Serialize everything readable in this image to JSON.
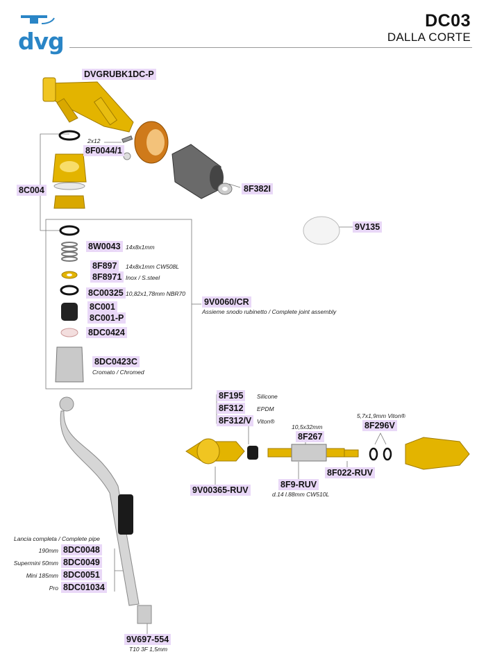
{
  "header": {
    "logo_text": "dvg",
    "title": "DC03",
    "subtitle": "DALLA CORTE"
  },
  "colors": {
    "label_bg": "#e9d8f7",
    "brass": "#e3b400",
    "logo_blue": "#2a85c6"
  },
  "parts": {
    "dvgrubk1dc_p": "DVGRUBK1DC-P",
    "screw_note": "2x12",
    "f0044_1": "8F0044/1",
    "c004": "8C004",
    "f382i": "8F382I",
    "v135": "9V135",
    "w0043": "8W0043",
    "w0043_note": "14x8x1mm",
    "f897": "8F897",
    "f897_note": "14x8x1mm CW508L",
    "f8971": "8F8971",
    "f8971_note": "Inox / S.steel",
    "c00325": "8C00325",
    "c00325_note": "10,82x1,78mm NBR70",
    "v0060_cr": "9V0060/CR",
    "v0060_cr_note": "Assieme snodo rubinetto /  Complete joint assembly",
    "c001": "8C001",
    "c001_p": "8C001-P",
    "dc0424": "8DC0424",
    "dc0423c": "8DC0423C",
    "dc0423c_note": "Cromato / Chromed",
    "f195": "8F195",
    "f195_note": "Silicone",
    "f312": "8F312",
    "f312_note": "EPDM",
    "f312_v": "8F312/V",
    "f312_v_note": "Viton®",
    "f267_note": "10,5x32mm",
    "f267": "8F267",
    "f296v_note": "5,7x1,9mm Viton®",
    "f296v": "8F296V",
    "v00365_ruv": "9V00365-RUV",
    "f9_ruv": "8F9-RUV",
    "f9_ruv_note": "d.14 l.88mm CW510L",
    "f022_ruv": "8F022-RUV",
    "pipe_title": "Lancia completa / Complete pipe",
    "dc0048_note": "190mm",
    "dc0048": "8DC0048",
    "dc0049_note": "Supermini  50mm",
    "dc0049": "8DC0049",
    "dc0051_note": "Mini 185mm",
    "dc0051": "8DC0051",
    "dc01034_note": "Pro",
    "dc01034": "8DC01034",
    "v697_554": "9V697-554",
    "v697_554_note": "T10 3F 1,5mm"
  }
}
